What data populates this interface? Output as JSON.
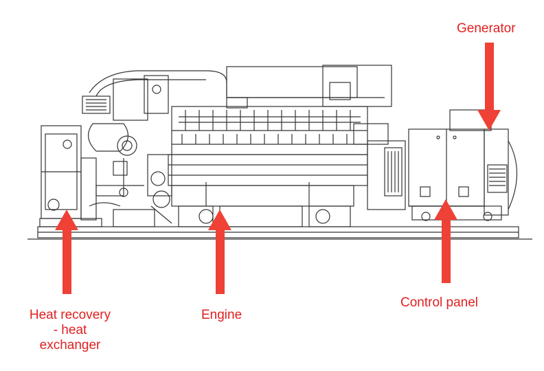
{
  "colors": {
    "label": "#e02020",
    "arrow": "#ef4136",
    "line": "#333333",
    "background": "#ffffff"
  },
  "labels": {
    "heat_recovery": {
      "line1": "Heat recovery",
      "line2": "- heat",
      "line3": "exchanger"
    },
    "engine": "Engine",
    "control_panel": "Control panel",
    "generator": "Generator"
  }
}
